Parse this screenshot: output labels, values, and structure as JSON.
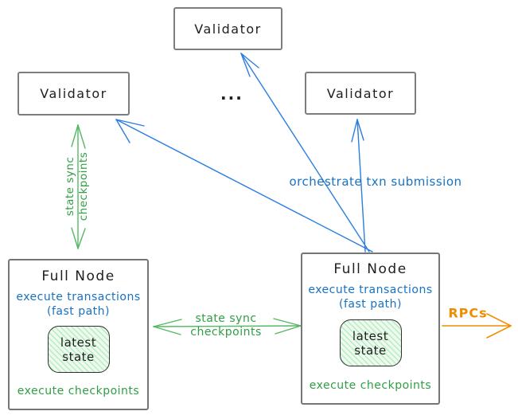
{
  "diagram": {
    "validator_top": {
      "label": "Validator"
    },
    "validator_left": {
      "label": "Validator"
    },
    "validator_right": {
      "label": "Validator"
    },
    "ellipsis": "...",
    "full_node_left": {
      "title": "Full Node",
      "exec_tx": "execute transactions",
      "fast_path": "(fast path)",
      "state_line1": "latest",
      "state_line2": "state",
      "exec_cp": "execute checkpoints"
    },
    "full_node_right": {
      "title": "Full Node",
      "exec_tx": "execute transactions",
      "fast_path": "(fast path)",
      "state_line1": "latest",
      "state_line2": "state",
      "exec_cp": "execute checkpoints"
    },
    "labels": {
      "sync_left_line1": "state sync",
      "sync_left_line2": "checkpoints",
      "sync_mid_line1": "state sync",
      "sync_mid_line2": "checkpoints",
      "orchestrate": "orchestrate txn submission",
      "rpcs": "RPCs"
    },
    "colors": {
      "blue": "#1971c2",
      "green_text": "#2f9e44",
      "green_line": "#53b863",
      "orange": "#f08c00",
      "box_border": "#7d7d7d",
      "ink": "#1e1e1e",
      "state_fill": "#eefaf0",
      "state_hatch": "#b7ecc0"
    }
  }
}
